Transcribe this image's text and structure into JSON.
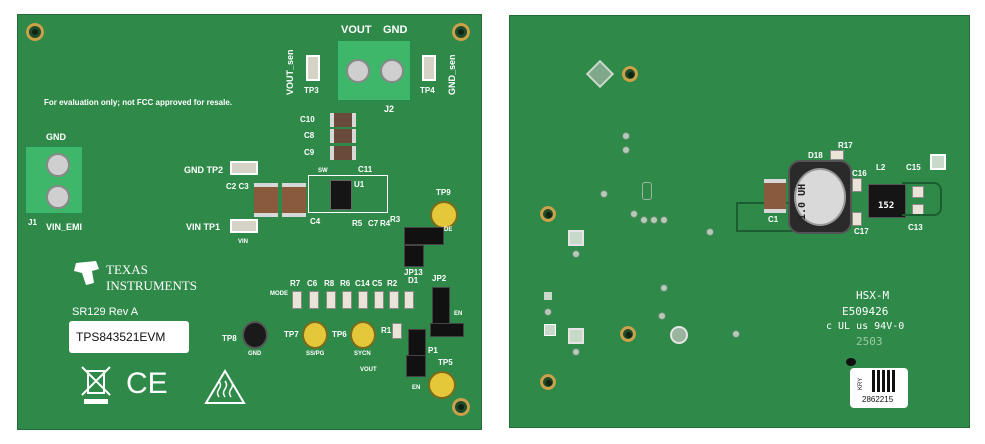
{
  "front": {
    "disclaimer": "For evaluation only; not FCC approved for resale.",
    "vout_label": "VOUT",
    "gnd_label": "GND",
    "vout_sen": "VOUT_sen",
    "gnd_sen": "GND_sen",
    "tp3": "TP3",
    "tp4": "TP4",
    "j2": "J2",
    "j1": "J1",
    "j1_gnd": "GND",
    "vin_emi": "VIN_EMI",
    "c10": "C10",
    "c8": "C8",
    "c9": "C9",
    "c11": "C11",
    "sw": "SW",
    "u1": "U1",
    "gnd_tp2": "GND TP2",
    "c2c3": "C2 C3",
    "vin_tp1": "VIN  TP1",
    "vin_small": "VIN",
    "c4": "C4",
    "r5": "R5",
    "c7": "C7",
    "r4": "R4",
    "r3": "R3",
    "tp9": "TP9",
    "de": "DE",
    "jp13": "JP13",
    "ti_line1": "TEXAS",
    "ti_line2": "INSTRUMENTS",
    "sr": "SR129 Rev A",
    "model": "TPS843521EVM",
    "r7": "R7",
    "c6": "C6",
    "r8": "R8",
    "r6": "R6",
    "c14": "C14",
    "c5": "C5",
    "r2": "R2",
    "mode": "MODE",
    "jp2": "JP2",
    "d1": "D1",
    "en_small": "EN",
    "r1": "R1",
    "tp8": "TP8",
    "gnd_small": "GND",
    "tp7": "TP7",
    "sspg": "SS/PG",
    "tp6": "TP6",
    "sycn": "SYCN",
    "vout_small": "VOUT",
    "p1": "P1",
    "tp5": "TP5",
    "en2": "EN",
    "ce": "CE"
  },
  "back": {
    "r17": "R17",
    "d18": "D18",
    "c16": "C16",
    "l2": "L2",
    "c15": "C15",
    "c1": "C1",
    "c17": "C17",
    "c13": "C13",
    "inductor_text": "1.0 UH",
    "inductor_code": "152",
    "hsx": "HSX-M",
    "e_num": "E509426",
    "ul": "c UL us 94V-0",
    "date": "2503",
    "serial": "2862215",
    "kry": "KRY"
  },
  "colors": {
    "pcb": "#2f8a4a",
    "silk": "#ffffff",
    "gold": "#e5c73a",
    "terminal": "#3fb76a"
  }
}
